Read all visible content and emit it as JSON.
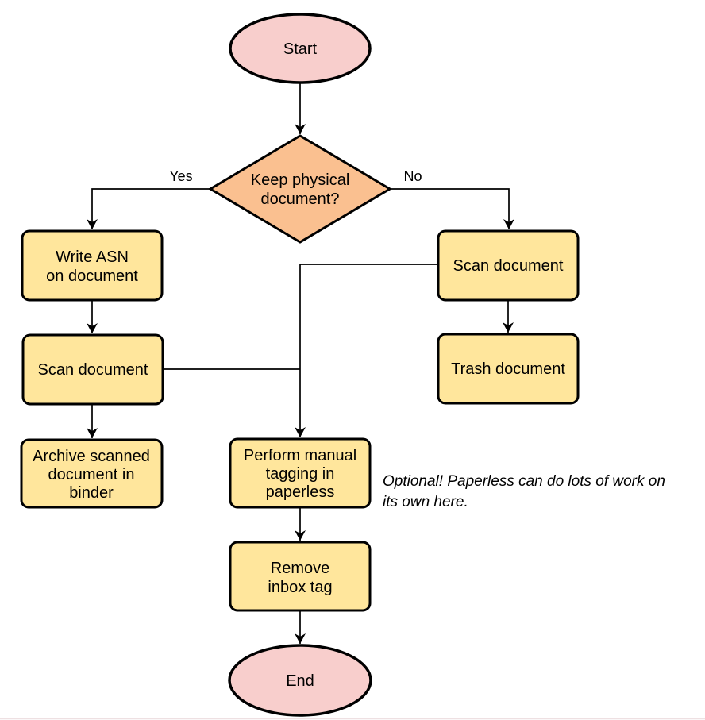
{
  "diagram": {
    "type": "flowchart",
    "nodes": {
      "start": {
        "label": "Start",
        "shape": "ellipse"
      },
      "decision": {
        "lines": [
          "Keep physical",
          "document?"
        ],
        "shape": "diamond"
      },
      "write_asn": {
        "lines": [
          "Write ASN",
          "on document"
        ],
        "shape": "rounded-rect"
      },
      "scan_left": {
        "label": "Scan document",
        "shape": "rounded-rect"
      },
      "archive": {
        "lines": [
          "Archive scanned",
          "document in",
          "binder"
        ],
        "shape": "rounded-rect"
      },
      "scan_right": {
        "label": "Scan document",
        "shape": "rounded-rect"
      },
      "trash": {
        "label": "Trash document",
        "shape": "rounded-rect"
      },
      "tagging": {
        "lines": [
          "Perform manual",
          "tagging in",
          "paperless"
        ],
        "shape": "rounded-rect"
      },
      "remove_inbox": {
        "lines": [
          "Remove",
          "inbox tag"
        ],
        "shape": "rounded-rect"
      },
      "end": {
        "label": "End",
        "shape": "ellipse"
      }
    },
    "edge_labels": {
      "yes": "Yes",
      "no": "No"
    },
    "note": {
      "lines": [
        "Optional! Paperless can do lots of work on",
        "its own here."
      ]
    },
    "colors": {
      "terminal_fill": "#f8cecc",
      "decision_fill": "#fac090",
      "process_fill": "#ffe69c",
      "stroke": "#000000"
    }
  }
}
